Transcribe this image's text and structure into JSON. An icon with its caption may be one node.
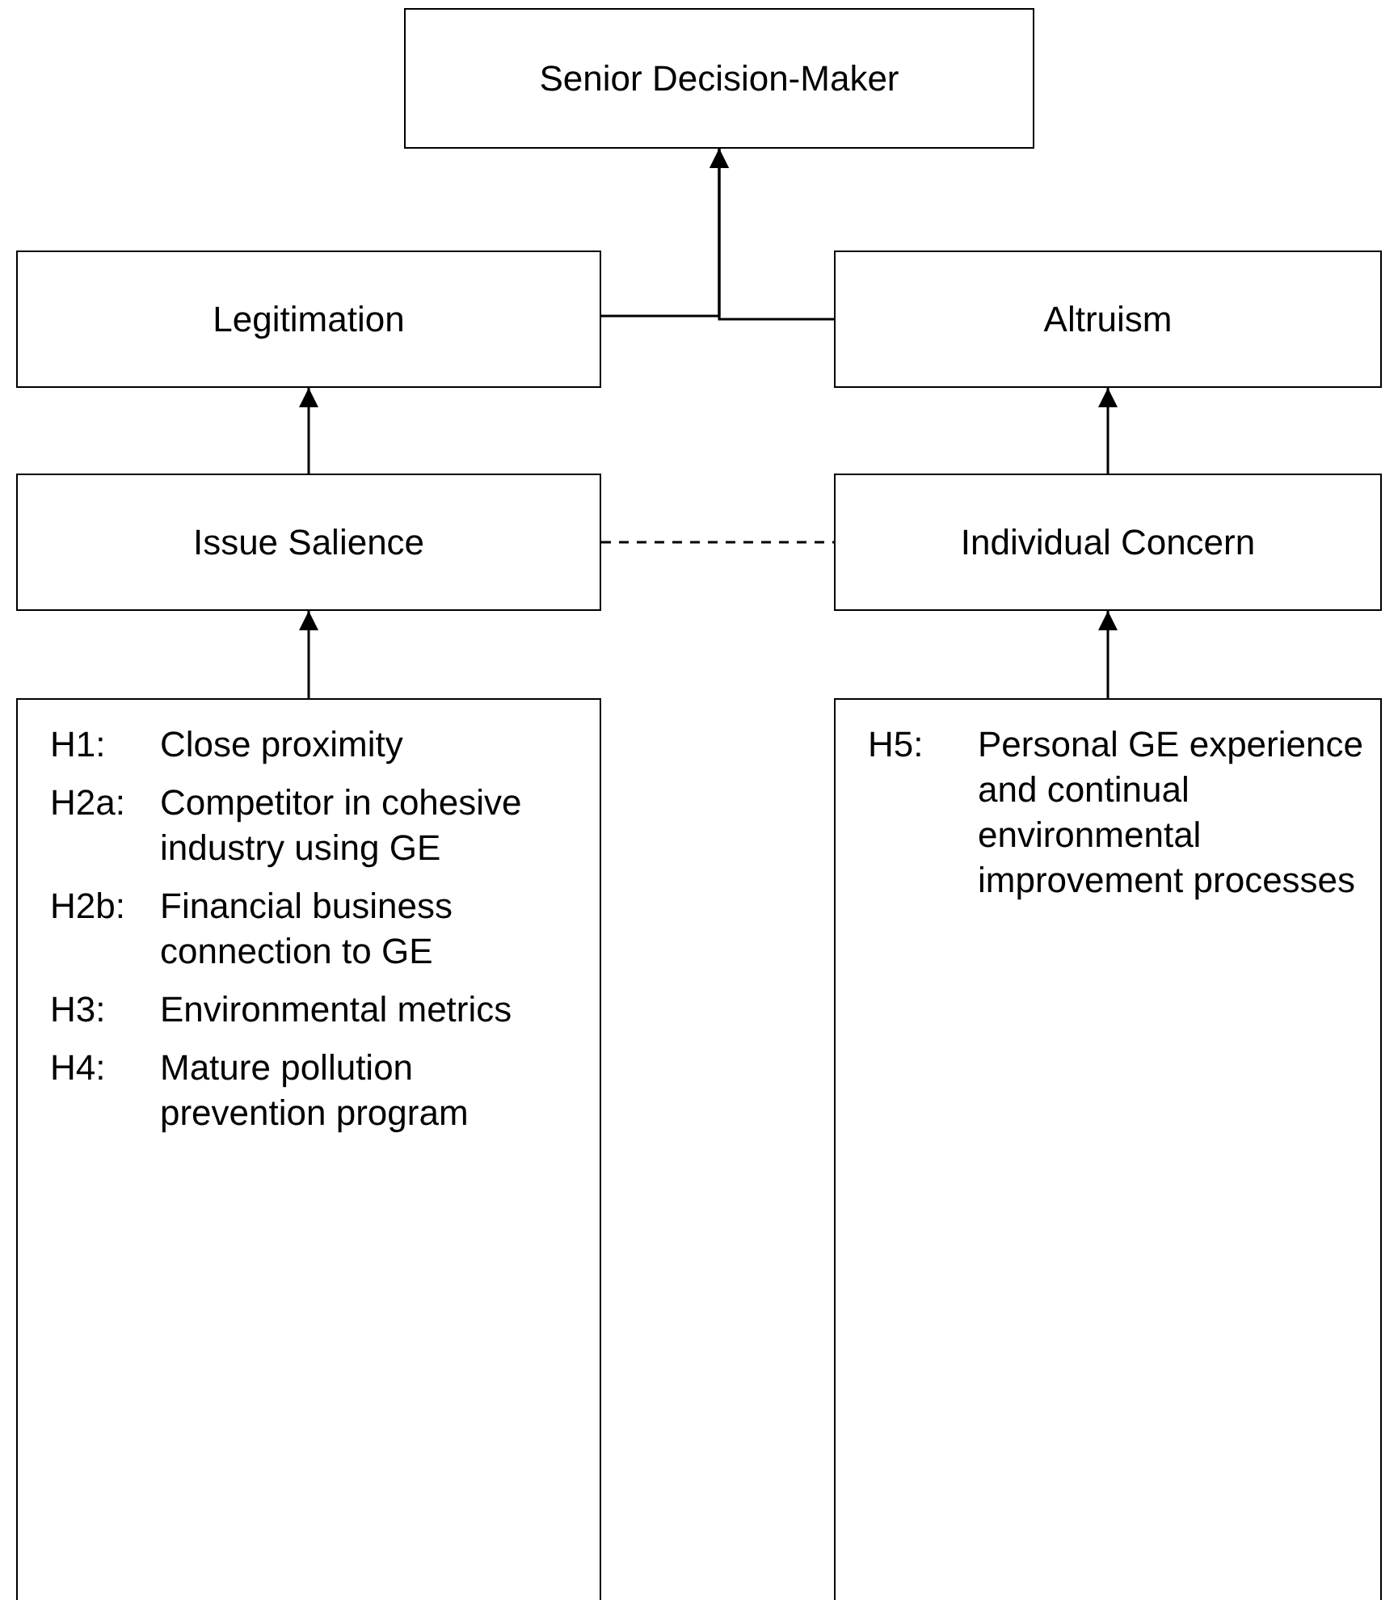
{
  "diagram": {
    "nodes": [
      {
        "text": [
          "Senior Decision-Maker"
        ]
      },
      {
        "text": [
          "Legitimation"
        ]
      },
      {
        "text": [
          "Altruism"
        ]
      },
      {
        "text": [
          "Issue Salience"
        ]
      },
      {
        "text": [
          "Individual Concern"
        ]
      },
      {
        "text": [
          "H1: Close proximity",
          "H2a: Competitor in cohesive industry using GE",
          "H2b: Financial business connection to GE",
          "H3: Environmental metrics",
          "H4: Mature pollution prevention program"
        ]
      },
      {
        "text": [
          "H5: Personal GE experience and continual environmental improvement processes"
        ]
      }
    ],
    "edges": [
      {
        "from": 1,
        "to": 0,
        "arrow": "to"
      },
      {
        "from": 2,
        "to": 0,
        "arrow": "to"
      },
      {
        "from": 3,
        "to": 1,
        "arrow": "to"
      },
      {
        "from": 4,
        "to": 2,
        "arrow": "to"
      },
      {
        "from": 3,
        "to": 4,
        "arrow": "none",
        "style": "dashed"
      },
      {
        "from": 5,
        "to": 3,
        "arrow": "to"
      },
      {
        "from": 6,
        "to": 4,
        "arrow": "to"
      }
    ]
  }
}
